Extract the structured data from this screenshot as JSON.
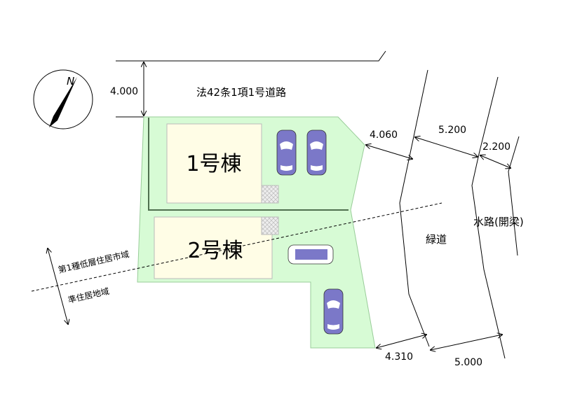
{
  "road": {
    "label": "法42条1項1号道路",
    "width": "4.000"
  },
  "compass": {
    "label": "N"
  },
  "buildings": [
    {
      "label": "1号棟"
    },
    {
      "label": "2号棟"
    }
  ],
  "zones": {
    "upper": "第1種低層住居市域",
    "lower": "準住居地域"
  },
  "dimensions": {
    "d1": "4.060",
    "d2": "5.200",
    "d3": "2.200",
    "d4": "4.310",
    "d5": "5.000"
  },
  "areas": {
    "greenway": "緑道",
    "waterway": "水路(開梁)"
  },
  "colors": {
    "lot": "#d7fbd5",
    "building": "#fffde6",
    "car": "#7b78c8",
    "divider": "#4f6f4f"
  }
}
